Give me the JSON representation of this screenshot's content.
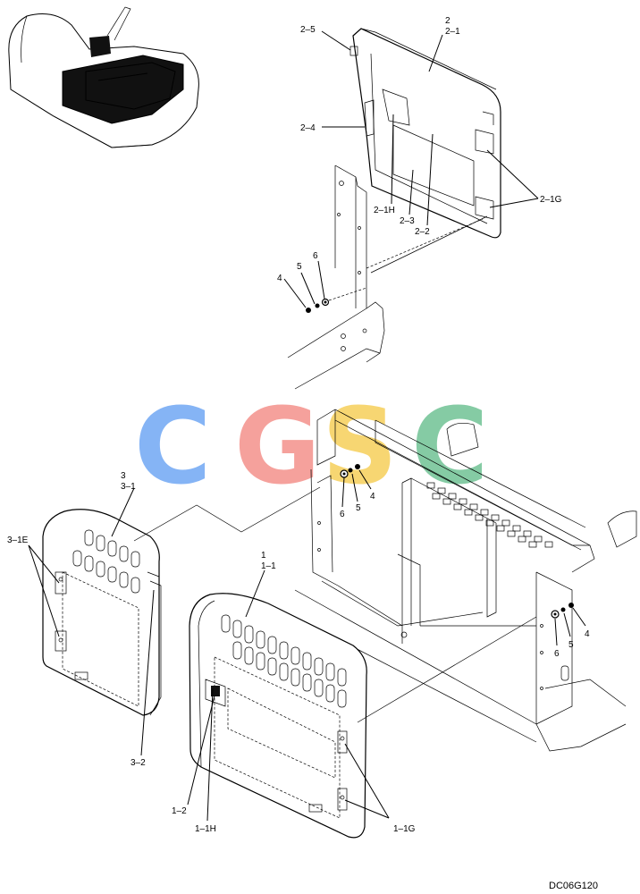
{
  "drawing_code": "DC06G120",
  "watermark": {
    "letters": [
      "C",
      "G",
      "S",
      "C"
    ],
    "colors": [
      "#7fb0f5",
      "#f59c97",
      "#f7d46b",
      "#7fc9a0"
    ]
  },
  "callouts": {
    "c2": "2",
    "c2_1": "2–1",
    "c2_5": "2–5",
    "c2_4": "2–4",
    "c2_1H": "2–1H",
    "c2_3": "2–3",
    "c2_2": "2–2",
    "c2_1G": "2–1G",
    "c4_top": "4",
    "c5_top": "5",
    "c6_top": "6",
    "c6_mid": "6",
    "c5_mid": "5",
    "c4_mid": "4",
    "c3": "3",
    "c3_1": "3–1",
    "c3_1E": "3–1E",
    "c3_2": "3–2",
    "c1": "1",
    "c1_1": "1–1",
    "c1_2": "1–2",
    "c1_1H": "1–1H",
    "c1_1G": "1–1G",
    "c6_right": "6",
    "c5_right": "5",
    "c4_right": "4"
  }
}
